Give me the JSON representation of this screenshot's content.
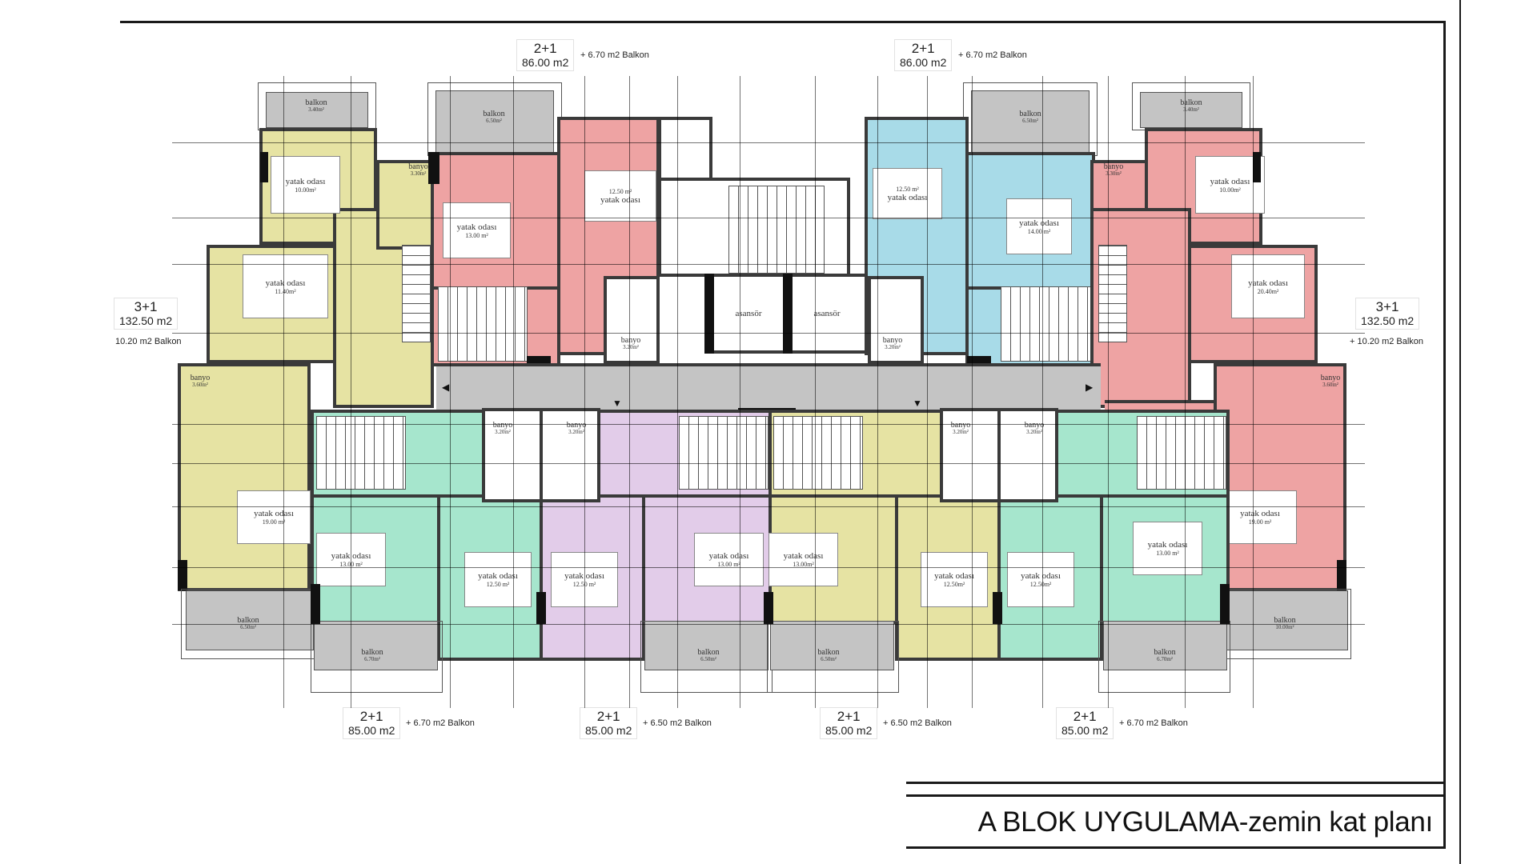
{
  "drawing": {
    "title": "A BLOK UYGULAMA-zemin kat planı",
    "colors": {
      "unit_yellow": "#e6e3a3",
      "unit_pink": "#eea3a3",
      "unit_blue": "#a8dbe8",
      "unit_mint": "#a6e6cd",
      "unit_purple": "#e2cce9",
      "corridor_grey": "#c4c4c4",
      "balcony_grey": "#c4c4c4",
      "wall": "#3a3a3a"
    }
  },
  "units": {
    "top_left_2p1": {
      "type": "2+1",
      "area": "86.00 m2",
      "balcony": "+ 6.70 m2 Balkon"
    },
    "top_right_2p1": {
      "type": "2+1",
      "area": "86.00 m2",
      "balcony": "+ 6.70 m2 Balkon"
    },
    "left_3p1": {
      "type": "3+1",
      "area": "132.50 m2",
      "balcony": "10.20 m2 Balkon"
    },
    "right_3p1": {
      "type": "3+1",
      "area": "132.50 m2",
      "balcony": "+ 10.20 m2 Balkon"
    },
    "bottom": [
      {
        "type": "2+1",
        "area": "85.00 m2",
        "balcony": "+ 6.70 m2 Balkon"
      },
      {
        "type": "2+1",
        "area": "85.00 m2",
        "balcony": "+ 6.50 m2 Balkon"
      },
      {
        "type": "2+1",
        "area": "85.00 m2",
        "balcony": "+ 6.50 m2 Balkon"
      },
      {
        "type": "2+1",
        "area": "85.00 m2",
        "balcony": "+ 6.70 m2 Balkon"
      }
    ]
  },
  "rooms": {
    "tl_balkon_a": {
      "name": "balkon",
      "area": "3.40m²"
    },
    "tl_balkon_b": {
      "name": "balkon",
      "area": "6.50m²"
    },
    "tl_bed_small": {
      "name": "yatak odası",
      "area": "10.00m²"
    },
    "tl_banyo": {
      "name": "banyo",
      "area": "3.30m²"
    },
    "tl_bed_13": {
      "name": "yatak odası",
      "area": "13.00 m²"
    },
    "tl_bed_125": {
      "name": "yatak odası",
      "area": "12.50 m²"
    },
    "tl_banyo2": {
      "name": "banyo",
      "area": "3.20m²"
    },
    "l_bed_114": {
      "name": "yatak odası",
      "area": "11.40m²"
    },
    "l_banyo": {
      "name": "banyo",
      "area": "3.60m²"
    },
    "l_bed_19": {
      "name": "yatak odası",
      "area": "19.00 m²"
    },
    "l_balkon": {
      "name": "balkon",
      "area": "6.50m²"
    },
    "core_lift1": {
      "name": "asansör"
    },
    "core_lift2": {
      "name": "asansör"
    },
    "tr_bed_125": {
      "name": "yatak odası",
      "area": "12.50 m²"
    },
    "tr_bed_14": {
      "name": "yatak odası",
      "area": "14.00 m²"
    },
    "tr_banyo": {
      "name": "banyo",
      "area": "3.20m²"
    },
    "tr_balkon_b": {
      "name": "balkon",
      "area": "6.50m²"
    },
    "tr_balkon_a": {
      "name": "balkon",
      "area": "3.40m²"
    },
    "tr_banyo2": {
      "name": "banyo",
      "area": "3.30m²"
    },
    "tr_bed_10": {
      "name": "yatak odası",
      "area": "10.00m²"
    },
    "r_bed_204": {
      "name": "yatak odası",
      "area": "20.40m²"
    },
    "r_banyo": {
      "name": "banyo",
      "area": "3.60m²"
    },
    "r_bed_19": {
      "name": "yatak odası",
      "area": "19.00 m²"
    },
    "r_balkon": {
      "name": "balkon",
      "area": "10.00m²"
    },
    "b1_bed_13": {
      "name": "yatak odası",
      "area": "13.00 m²"
    },
    "b1_bed_125": {
      "name": "yatak odası",
      "area": "12.50 m²"
    },
    "b1_banyo": {
      "name": "banyo",
      "area": "3.20m²"
    },
    "b1_balkon": {
      "name": "balkon",
      "area": "6.70m²"
    },
    "b2_bed_125": {
      "name": "yatak odası",
      "area": "12.50 m²"
    },
    "b2_bed_13": {
      "name": "yatak odası",
      "area": "13.00 m²"
    },
    "b2_banyo": {
      "name": "banyo",
      "area": "3.20m²"
    },
    "b2_balkon": {
      "name": "balkon",
      "area": "6.50m²"
    },
    "b3_bed_13": {
      "name": "yatak odası",
      "area": "13.00m²"
    },
    "b3_bed_125": {
      "name": "yatak odası",
      "area": "12.50m²"
    },
    "b3_banyo": {
      "name": "banyo",
      "area": "3.20m²"
    },
    "b3_balkon": {
      "name": "balkon",
      "area": "6.50m²"
    },
    "b4_bed_125": {
      "name": "yatak odası",
      "area": "12.50m²"
    },
    "b4_bed_13": {
      "name": "yatak odası",
      "area": "13.00 m²"
    },
    "b4_banyo": {
      "name": "banyo",
      "area": "3.20m²"
    },
    "b4_balkon": {
      "name": "balkon",
      "area": "6.70m²"
    }
  }
}
